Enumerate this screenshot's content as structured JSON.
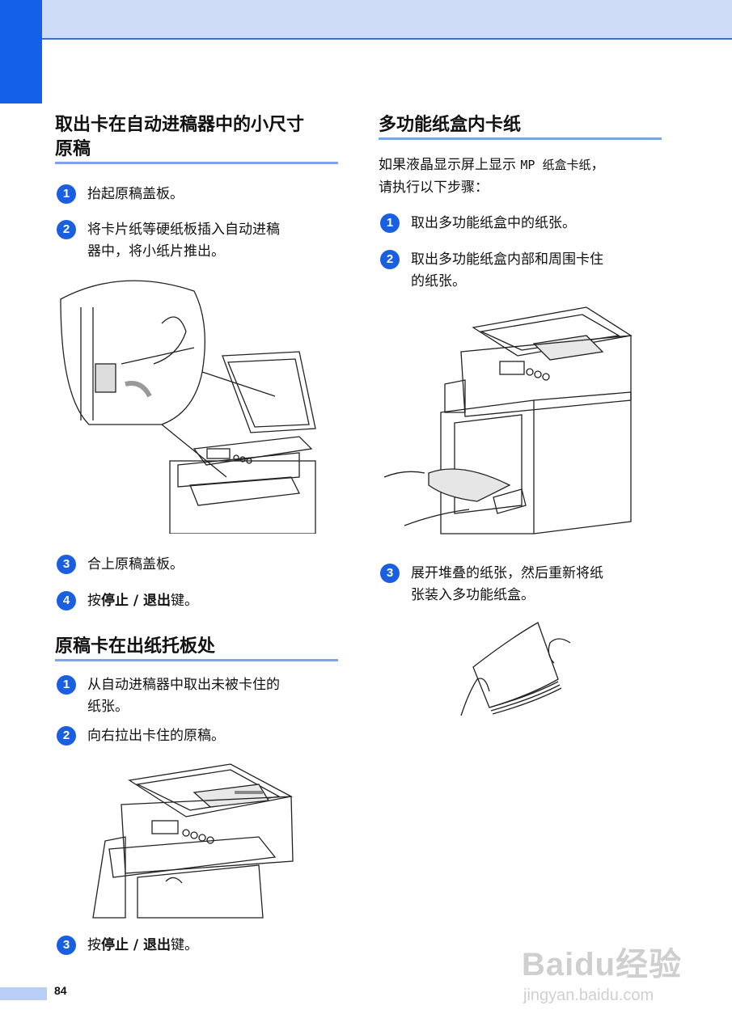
{
  "left": {
    "section1": {
      "title_line1": "取出卡在自动进稿器中的小尺寸",
      "title_line2": "原稿",
      "steps": [
        {
          "num": "1",
          "text": "抬起原稿盖板。"
        },
        {
          "num": "2",
          "line1": "将卡片纸等硬纸板插入自动进稿",
          "line2": "器中，将小纸片推出。"
        },
        {
          "num": "3",
          "text": "合上原稿盖板。"
        },
        {
          "num": "4",
          "pre": "按",
          "key": "停止 / 退出",
          "post": "键。"
        }
      ]
    },
    "section2": {
      "title": "原稿卡在出纸托板处",
      "steps": [
        {
          "num": "1",
          "line1": "从自动进稿器中取出未被卡住的",
          "line2": "纸张。"
        },
        {
          "num": "2",
          "text": "向右拉出卡住的原稿。"
        },
        {
          "num": "3",
          "pre": "按",
          "key": "停止 / 退出",
          "post": "键。"
        }
      ]
    }
  },
  "right": {
    "section": {
      "title": "多功能纸盒内卡纸",
      "intro_pre": "如果液晶显示屏上显示 ",
      "intro_mono": "MP 纸盒卡纸",
      "intro_post": "，",
      "intro_line2": "请执行以下步骤：",
      "steps": [
        {
          "num": "1",
          "text": "取出多功能纸盒中的纸张。"
        },
        {
          "num": "2",
          "line1": "取出多功能纸盒内部和周围卡住",
          "line2": "的纸张。"
        },
        {
          "num": "3",
          "line1": "展开堆叠的纸张，然后重新将纸",
          "line2": "张装入多功能纸盒。"
        }
      ]
    }
  },
  "footer": {
    "page_number": "84"
  },
  "watermark": {
    "logo": "Baidu经验",
    "url": "jingyan.baidu.com"
  },
  "colors": {
    "accent": "#1560e8",
    "header_band": "#cfdcf8",
    "rule": "#7fa3ea"
  }
}
